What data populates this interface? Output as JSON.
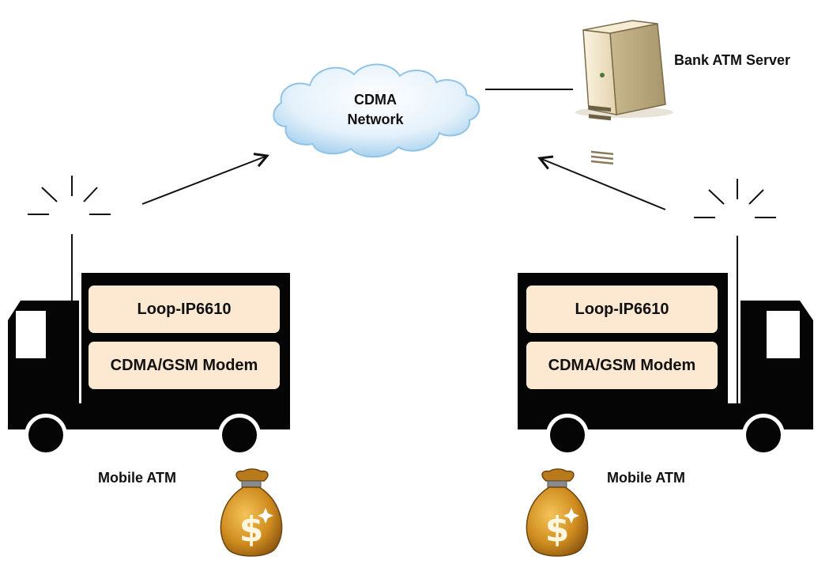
{
  "network": {
    "label_line1": "CDMA",
    "label_line2": "Network"
  },
  "server": {
    "label": "Bank ATM Server"
  },
  "trucks": [
    {
      "router_label": "Loop-IP6610",
      "modem_label": "CDMA/GSM Modem",
      "caption": "Mobile ATM"
    },
    {
      "router_label": "Loop-IP6610",
      "modem_label": "CDMA/GSM Modem",
      "caption": "Mobile ATM"
    }
  ],
  "colors": {
    "truck_body": "#050505",
    "device_box": "#fde9d2",
    "cloud_light": "#f2f8fd",
    "cloud_edge": "#8fc3e8",
    "server_beige": "#e9dcbc",
    "moneybag": "#c88a1e"
  },
  "icons": [
    "cloud-icon",
    "server-icon",
    "antenna-icon",
    "money-bag-icon",
    "arrow-icon"
  ]
}
